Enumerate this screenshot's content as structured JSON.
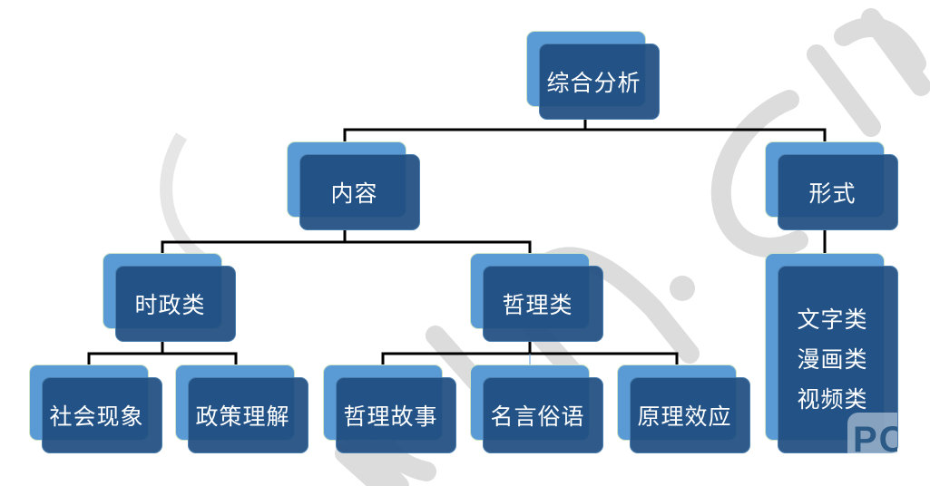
{
  "diagram": {
    "type": "tree",
    "root": {
      "id": "root",
      "label": "综合分析",
      "children": [
        "content",
        "form"
      ]
    },
    "nodes": {
      "root": {
        "label": "综合分析"
      },
      "content": {
        "label": "内容"
      },
      "form": {
        "label": "形式"
      },
      "politics": {
        "label": "时政类"
      },
      "philosophy": {
        "label": "哲理类"
      },
      "social": {
        "label": "社会现象"
      },
      "policy": {
        "label": "政策理解"
      },
      "story": {
        "label": "哲理故事"
      },
      "proverb": {
        "label": "名言俗语"
      },
      "principle": {
        "label": "原理效应"
      },
      "form_types": {
        "lines": [
          "文字类",
          "漫画类",
          "视频类"
        ]
      }
    },
    "edges": [
      [
        "root",
        "content"
      ],
      [
        "root",
        "form"
      ],
      [
        "content",
        "politics"
      ],
      [
        "content",
        "philosophy"
      ],
      [
        "politics",
        "social"
      ],
      [
        "politics",
        "policy"
      ],
      [
        "philosophy",
        "story"
      ],
      [
        "philosophy",
        "proverb"
      ],
      [
        "philosophy",
        "principle"
      ],
      [
        "form",
        "form_types"
      ]
    ]
  },
  "colors": {
    "back_box": "#5b9bd5",
    "front_box": "#1f4e80",
    "connector": "#000000",
    "text": "#ffffff",
    "watermark": "#d9d9d9"
  },
  "watermark": {
    "text": "...n.com",
    "corner_logo": "PC"
  }
}
